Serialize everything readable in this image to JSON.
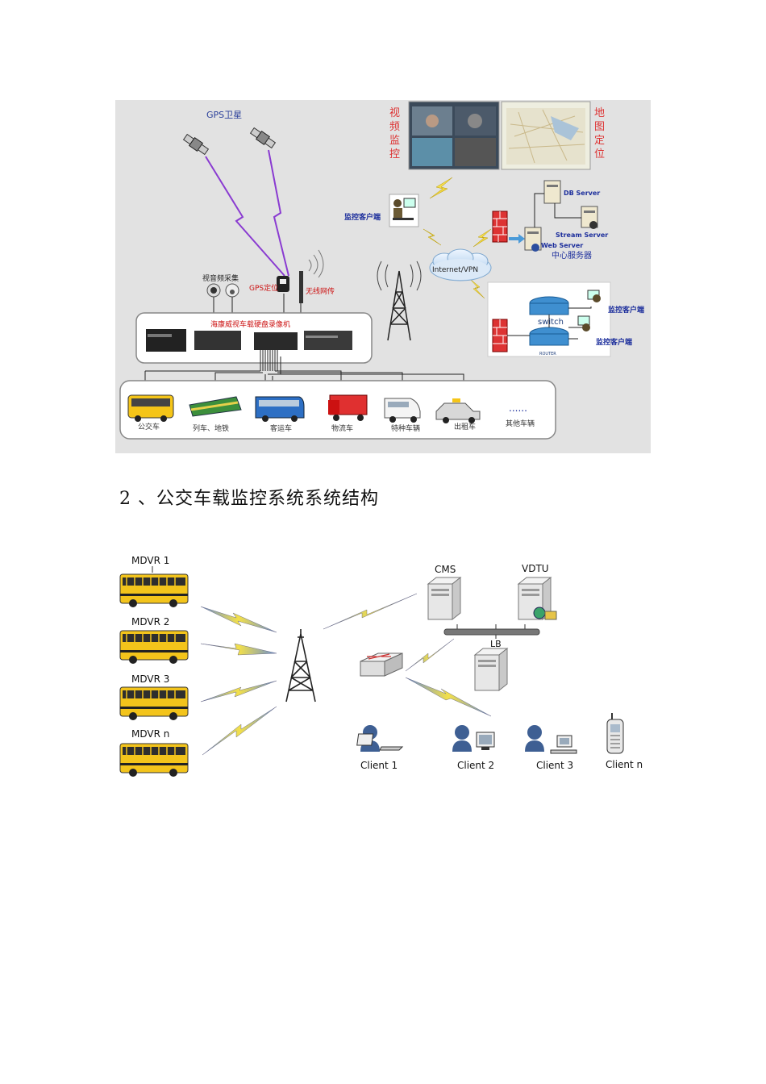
{
  "figure1": {
    "gps_satellite": "GPS卫星",
    "video_monitor_vertical": [
      "视",
      "频",
      "监",
      "控"
    ],
    "map_locate_vertical": [
      "地",
      "图",
      "定",
      "位"
    ],
    "monitor_client_1": "监控客户端",
    "db_server": "DB Server",
    "stream_server": "Stream Server",
    "web_server": "Web Server",
    "center_server": "中心服务器",
    "internet_vpn": "Internet/VPN",
    "av_capture": "视音频采集",
    "gps_locate": "GPS定位",
    "wireless_network": "无线网传",
    "dvr_title": "海康威视车载硬盘录像机",
    "switch": "switch",
    "router": "ROUTER",
    "monitor_client_2": "监控客户端",
    "monitor_client_3": "监控客户端",
    "vehicles": [
      "公交车",
      "列车、地铁",
      "客运车",
      "物流车",
      "特种车辆",
      "出租车",
      "其他车辆"
    ],
    "more_dots": "......"
  },
  "heading": "2 、公交车载监控系统系统结构",
  "figure2": {
    "mdvrs": [
      "MDVR 1",
      "MDVR 2",
      "MDVR 3",
      "MDVR n"
    ],
    "cms": "CMS",
    "vdtu": "VDTU",
    "lb": "LB",
    "clients": [
      "Client 1",
      "Client 2",
      "Client 3",
      "Client n"
    ]
  }
}
